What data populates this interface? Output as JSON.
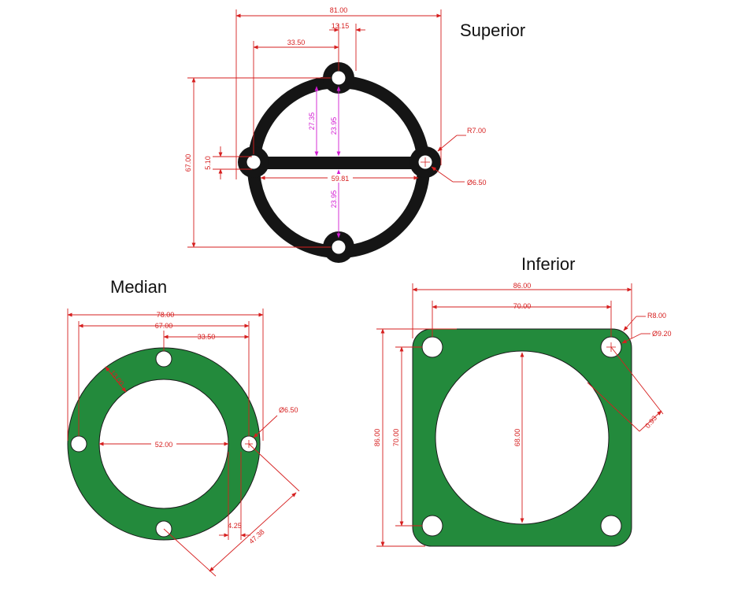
{
  "colors": {
    "dimension": "#d61f1f",
    "accent_dimension": "#d21bd2",
    "gasket_superior": "#151515",
    "gasket_green": "#238a3c",
    "outline": "#1a1a1a",
    "background": "#ffffff"
  },
  "superior": {
    "title": "Superior",
    "dims": {
      "overall_width": "81.00",
      "top_hole_offset": "13.15",
      "left_hole_to_top_hole": "33.50",
      "overall_height": "67.00",
      "bar_thickness": "5.10",
      "upper_inner_a": "27.35",
      "upper_inner_b": "23.95",
      "lower_inner": "23.95",
      "bar_length": "59.81",
      "corner_radius": "R7.00",
      "hole_diameter": "Ø6.50"
    }
  },
  "median": {
    "title": "Median",
    "dims": {
      "outer_diameter": "78.00",
      "bolt_circle": "67.00",
      "half_bolt_circle": "33.50",
      "hole_diameter": "Ø6.50",
      "inner_diameter": "52.00",
      "offset_small": "4.25",
      "diagonal": "47.38",
      "ring_width": "13.00"
    }
  },
  "inferior": {
    "title": "Inferior",
    "dims": {
      "overall_width": "86.00",
      "hole_spacing_x": "70.00",
      "corner_radius": "R8.00",
      "hole_diameter": "Ø9.20",
      "overall_height": "86.00",
      "hole_spacing_y": "70.00",
      "bore_diameter": "68.00",
      "diagonal_offset": "0.93"
    }
  }
}
